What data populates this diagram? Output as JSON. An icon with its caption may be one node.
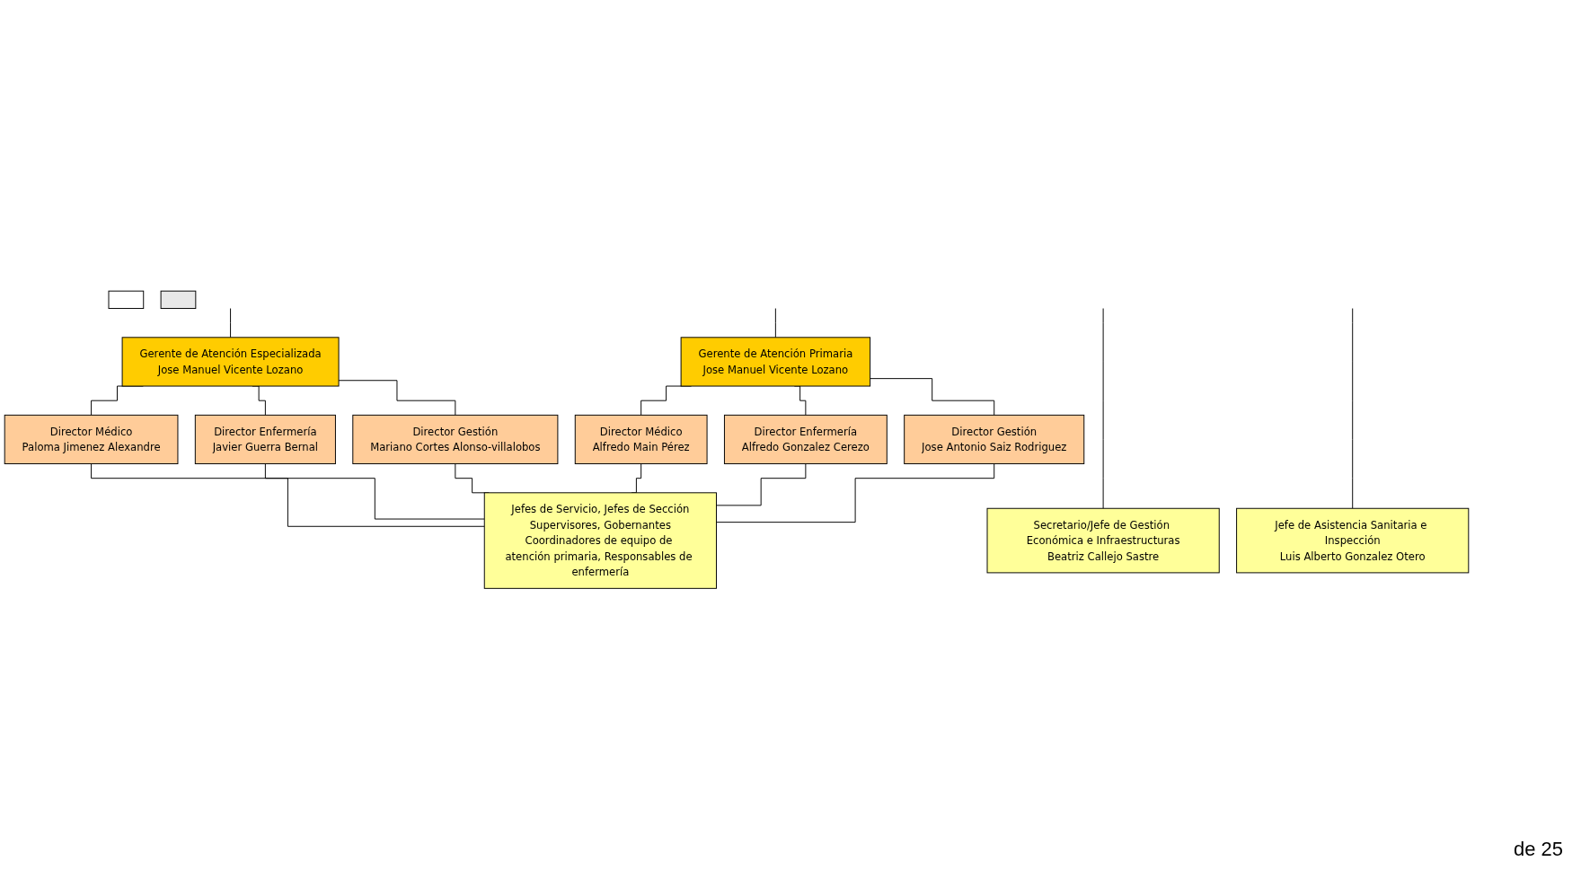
{
  "diagram": {
    "nodes": [
      {
        "text": [],
        "shape": "box"
      },
      {
        "text": [],
        "shape": "box"
      },
      {
        "text": [
          "Gerente de Atención Especializada",
          "Jose Manuel Vicente Lozano"
        ]
      },
      {
        "text": [
          "Gerente de Atención Primaria",
          "Jose Manuel Vicente Lozano"
        ]
      },
      {
        "text": [
          "Director Médico",
          "Paloma Jimenez Alexandre"
        ]
      },
      {
        "text": [
          "Director Enfermería",
          "Javier Guerra Bernal"
        ]
      },
      {
        "text": [
          "Director Gestión",
          "Mariano Cortes Alonso-villalobos"
        ]
      },
      {
        "text": [
          "Director Médico",
          "Alfredo Main Pérez"
        ]
      },
      {
        "text": [
          "Director Enfermería",
          "Alfredo Gonzalez Cerezo"
        ]
      },
      {
        "text": [
          "Director Gestión",
          "Jose Antonio Saiz Rodriguez"
        ]
      },
      {
        "text": [
          "Jefes de Servicio, Jefes de Sección",
          "Supervisores, Gobernantes",
          "Coordinadores de equipo de atención primaria, Responsables de enfermería"
        ]
      },
      {
        "text": [
          "Secretario/Jefe de Gestión Económica e Infraestructuras",
          "Beatriz Callejo Sastre"
        ]
      },
      {
        "text": [
          "Jefe de Asistencia Sanitaria e Inspección",
          "Luis Alberto Gonzalez Otero"
        ]
      }
    ],
    "edges": [
      {
        "from": null,
        "to": 2,
        "arrow": "none"
      },
      {
        "from": null,
        "to": 3,
        "arrow": "none"
      },
      {
        "from": null,
        "to": 11,
        "arrow": "none"
      },
      {
        "from": null,
        "to": 12,
        "arrow": "none"
      },
      {
        "from": 2,
        "to": 4,
        "arrow": "none"
      },
      {
        "from": 2,
        "to": 5,
        "arrow": "none"
      },
      {
        "from": 2,
        "to": 6,
        "arrow": "none"
      },
      {
        "from": 3,
        "to": 7,
        "arrow": "none"
      },
      {
        "from": 3,
        "to": 8,
        "arrow": "none"
      },
      {
        "from": 3,
        "to": 9,
        "arrow": "none"
      },
      {
        "from": 4,
        "to": 10,
        "arrow": "none"
      },
      {
        "from": 5,
        "to": 10,
        "arrow": "none"
      },
      {
        "from": 6,
        "to": 10,
        "arrow": "none"
      },
      {
        "from": 7,
        "to": 10,
        "arrow": "none"
      },
      {
        "from": 8,
        "to": 10,
        "arrow": "none"
      },
      {
        "from": 9,
        "to": 10,
        "arrow": "none"
      }
    ],
    "labels": [
      "de 25"
    ]
  }
}
